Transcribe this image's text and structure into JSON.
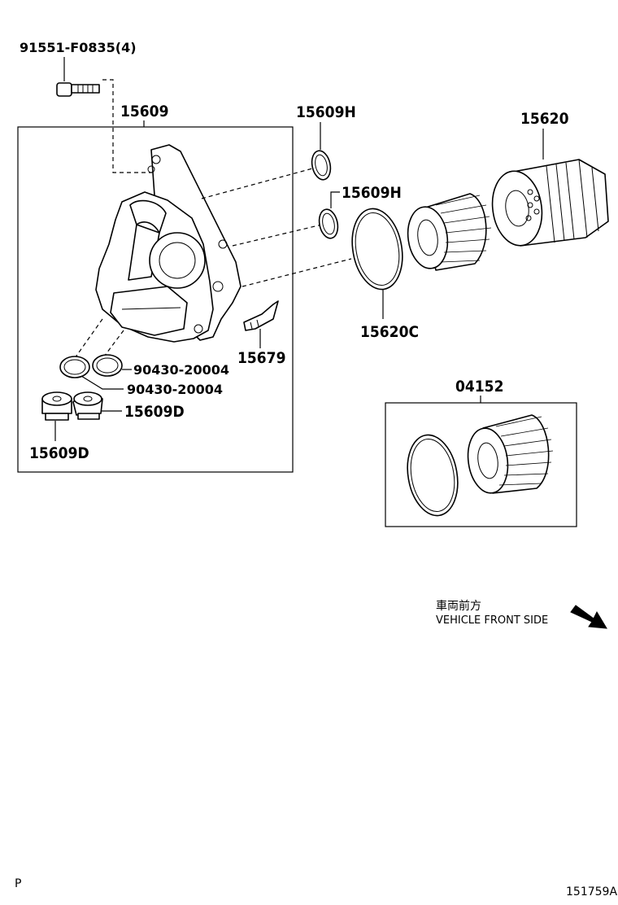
{
  "parts": {
    "bolt": "91551-F0835(4)",
    "housing": "15609",
    "oring_h_upper": "15609H",
    "oring_h_lower": "15609H",
    "filter_cap": "15620",
    "cap_gasket": "15620C",
    "clip": "15679",
    "gasket_a": "90430-20004",
    "gasket_b": "90430-20004",
    "plug_right": "15609D",
    "plug_left": "15609D",
    "element_kit": "04152"
  },
  "orientation": {
    "label_jp": "車両前方",
    "label_en": "VEHICLE FRONT SIDE",
    "arrow_icon": "arrow-down-right-icon"
  },
  "footer": {
    "left_code": "P",
    "illustration_id": "151759A"
  }
}
